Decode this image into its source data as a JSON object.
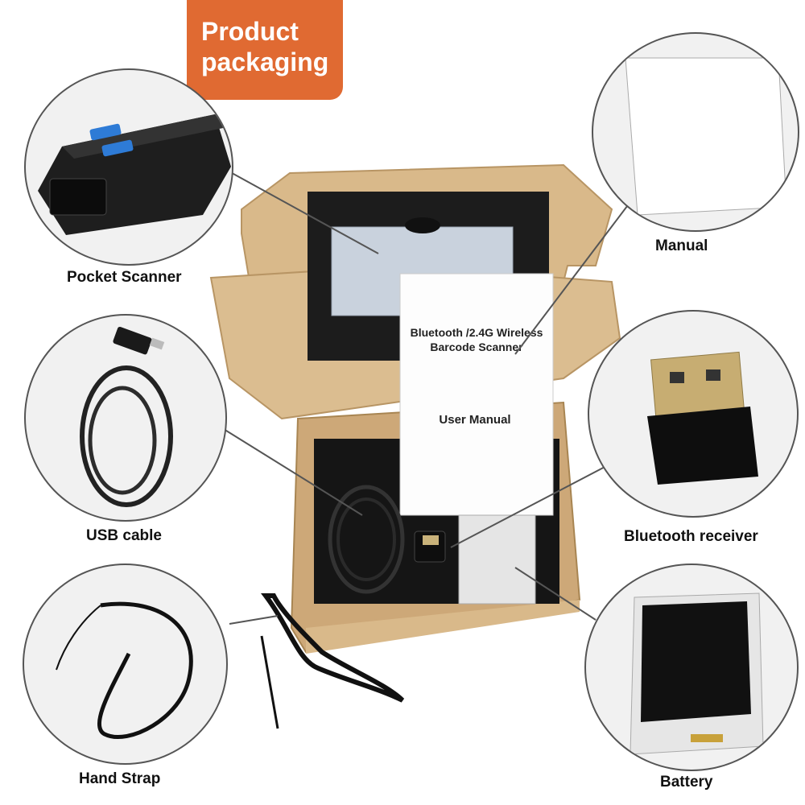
{
  "badge": {
    "line1": "Product",
    "line2": "packaging"
  },
  "labels": {
    "pocket_scanner": "Pocket Scanner",
    "usb_cable": "USB cable",
    "hand_strap": "Hand Strap",
    "manual": "Manual",
    "bluetooth_receiver": "Bluetooth receiver",
    "battery": "Battery"
  },
  "manual_text": {
    "title_line1": "Bluetooth /2.4G Wireless",
    "title_line2": "Barcode Scanner",
    "subtitle": "User Manual"
  },
  "colors": {
    "badge": "#e06a32",
    "box": "#d9b98a",
    "foam": "#1a1a1a"
  }
}
